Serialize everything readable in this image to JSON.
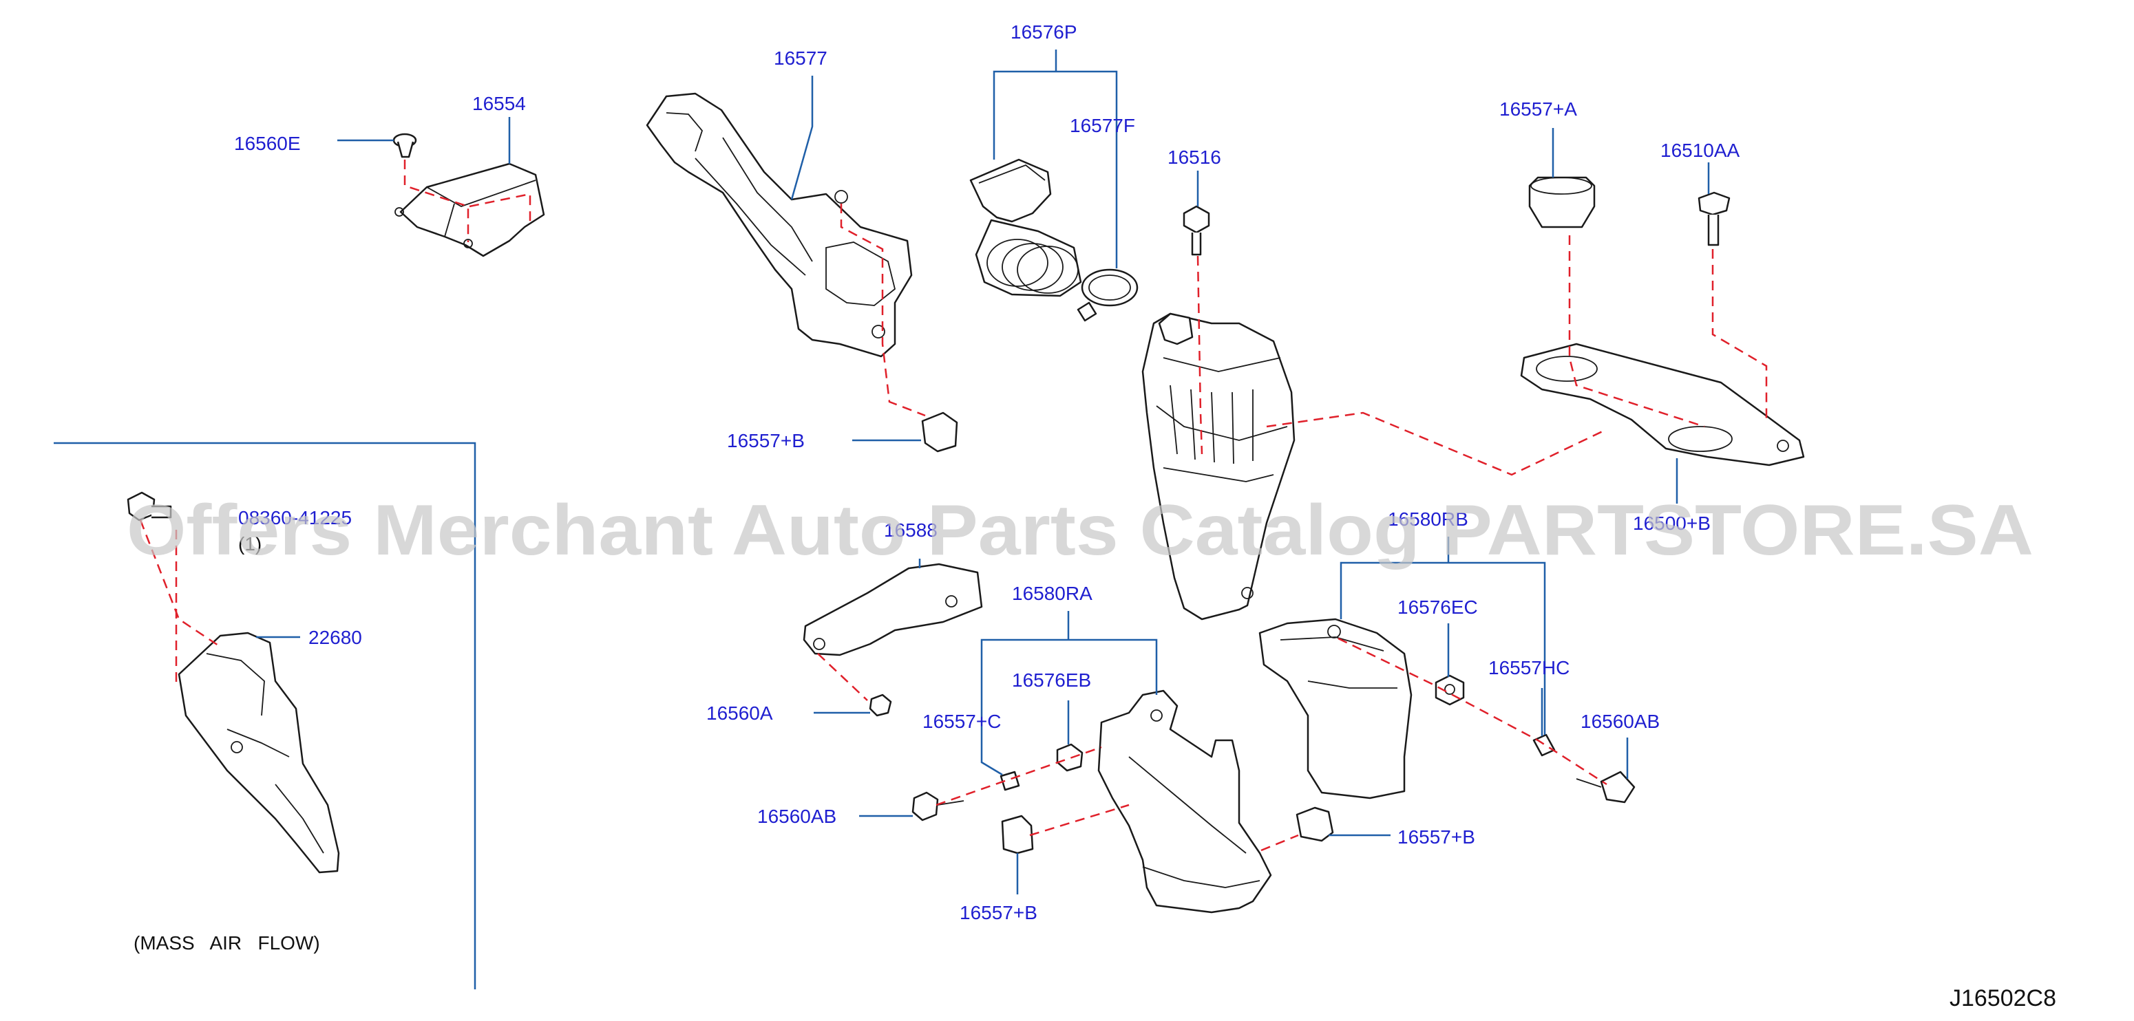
{
  "diagram": {
    "labels": {
      "p16576P": "16576P",
      "p16577": "16577",
      "p16554": "16554",
      "p16560E": "16560E",
      "p16577F": "16577F",
      "p16516": "16516",
      "p16557A": "16557+A",
      "p16510AA": "16510AA",
      "p16557B_top": "16557+B",
      "p08360": "08360-41225",
      "p08360_qty": "(1)",
      "p16588": "16588",
      "p16580RB": "16580RB",
      "p16500B": "16500+B",
      "p22680": "22680",
      "p16580RA": "16580RA",
      "p16576EC": "16576EC",
      "p16560A": "16560A",
      "p16576EB": "16576EB",
      "p16557HC": "16557HC",
      "p16557C": "16557+C",
      "p16560AB_right": "16560AB",
      "p16560AB_left": "16560AB",
      "p16557B_right": "16557+B",
      "p16557B_bottom": "16557+B"
    },
    "inset_caption": "(MASS   AIR   FLOW)",
    "diagram_code": "J16502C8",
    "watermark": "Offers Merchant Auto Parts Catalog PARTSTORE.SA",
    "colors": {
      "label": "#1f1fd0",
      "leader": "#1f5fa8",
      "dashed_guide": "#e0202a",
      "part_outline": "#1a1a1a"
    }
  }
}
